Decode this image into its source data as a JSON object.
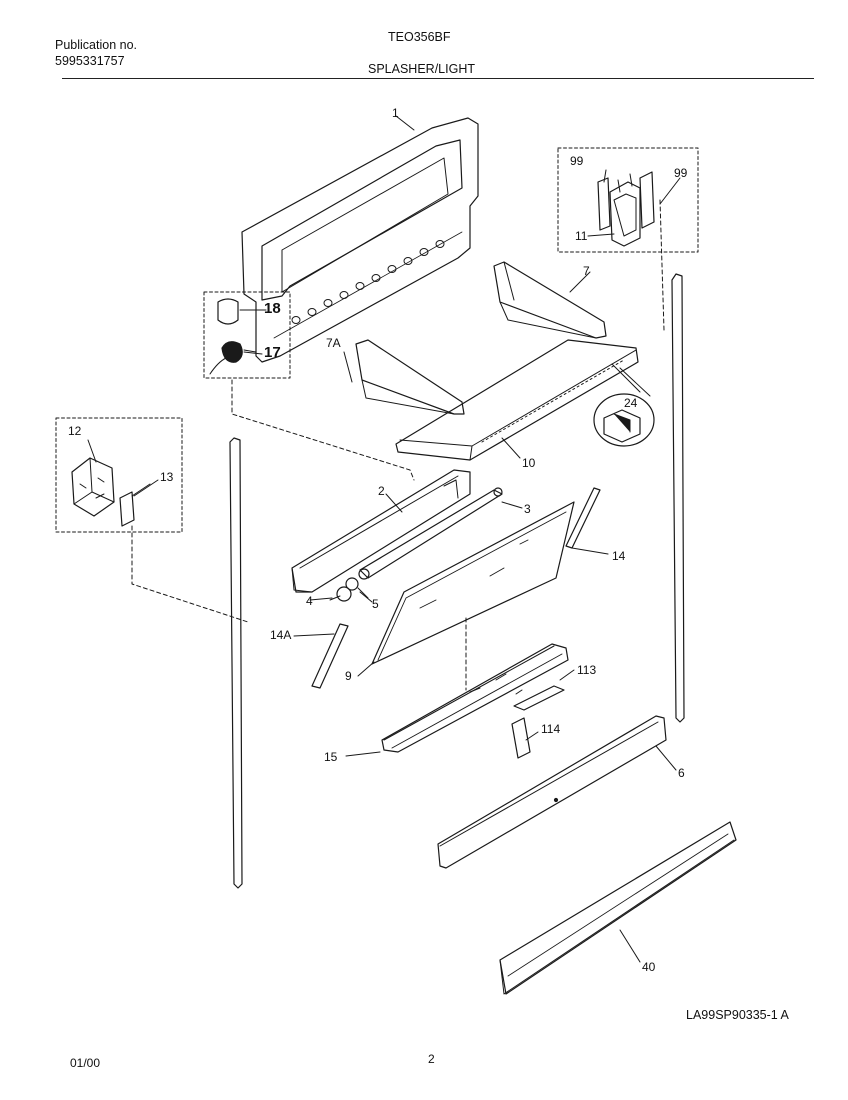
{
  "header": {
    "publication_label": "Publication no.",
    "publication_number": "5995331757",
    "model": "TEO356BF",
    "section": "SPLASHER/LIGHT"
  },
  "footer": {
    "date": "01/00",
    "page": "2",
    "drawing_id": "LA99SP90335-1 A"
  },
  "callouts": {
    "p1": "1",
    "p2": "2",
    "p3": "3",
    "p4": "4",
    "p5": "5",
    "p6": "6",
    "p7": "7",
    "p7a": "7A",
    "p9": "9",
    "p10": "10",
    "p11": "11",
    "p12": "12",
    "p13": "13",
    "p14": "14",
    "p14a": "14A",
    "p15": "15",
    "p17": "17",
    "p18": "18",
    "p24": "24",
    "p40": "40",
    "p99a": "99",
    "p99b": "99",
    "p113": "113",
    "p114": "114"
  }
}
